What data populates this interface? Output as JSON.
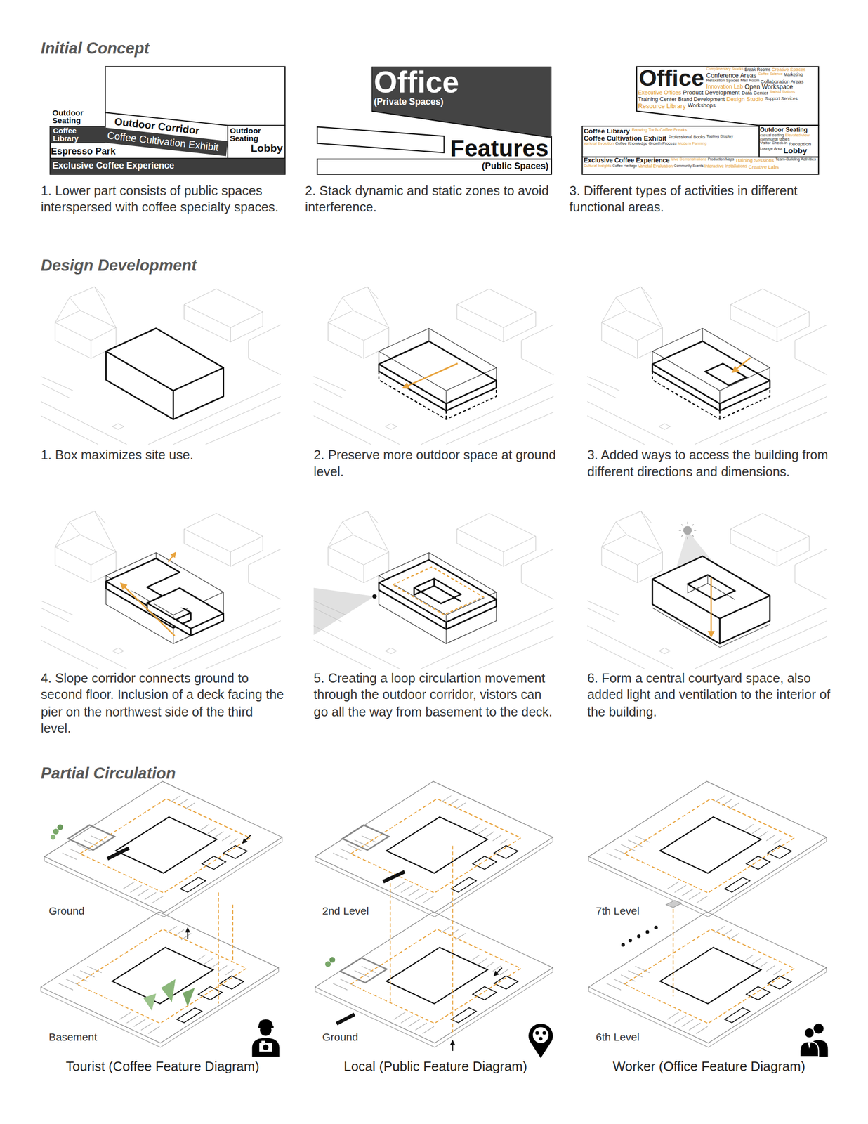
{
  "diagram": {
    "nodes": [
      {
        "text": [
          "Outdoor Corridor"
        ]
      },
      {
        "text": [
          "Coffee Library"
        ]
      },
      {
        "text": [
          "Coffee Cultivation Exhibit"
        ]
      },
      {
        "text": [
          "Outdoor Seating",
          "Lobby"
        ]
      },
      {
        "text": [
          "Exclusive Coffee Experience"
        ]
      },
      {
        "text": [
          "Office",
          "(Private Spaces)"
        ]
      },
      {
        "text": [
          "(Public Spaces)"
        ]
      },
      {
        "text": [
          "Office",
          "Complimentary Snacks",
          "Break Rooms",
          "Creative Spaces",
          "Conference Areas",
          "Coffee Science",
          "Marketing",
          "Relaxation Spaces",
          "Mail Room",
          "Collaboration Areas",
          "Innovation Lab",
          "Open Workspace",
          "Executive Offices",
          "Product Development",
          "Data Center",
          "Barista Stations",
          "Training Center",
          "Brand Development",
          "Design Studio",
          "Support Services",
          "Resource Library",
          "Workshops"
        ]
      },
      {
        "text": [
          "Coffee Library",
          "Brewing Tools",
          "Coffee Breaks",
          "Coffee Cultivation Exhibit",
          "Professional Books",
          "Tasting Display",
          "Varietal Evolution",
          "Coffee Knowledge",
          "Growth Process",
          "Modern Farming"
        ]
      },
      {
        "text": [
          "Outdoor Seating",
          "casual setting",
          "Elevated view",
          "communal tables",
          "Visitor Check-in",
          "Reception",
          "Lounge Area",
          "Lobby"
        ]
      },
      {
        "text": [
          "Exclusive Coffee Experience",
          "Live Demonstrations",
          "Production Maps",
          "Training Sessions",
          "Team-Building Activities",
          "Cultural Insights",
          "Coffee Heritage",
          "Varietal Evaluation",
          "Community Events",
          "Interactive Installations",
          "Creative Labs"
        ]
      }
    ],
    "labels": [
      "Initial Concept",
      "Outdoor Seating",
      "Espresso Park",
      "Features",
      "1. Lower part consists of public spaces interspersed with coffee specialty spaces.",
      "2. Stack dynamic and static zones to avoid interference.",
      "3. Different types of activities in different functional areas.",
      "Design Development",
      "1. Box maximizes site use.",
      "2. Preserve more outdoor space at ground level.",
      "3. Added ways to access the building from different directions and dimensions.",
      "4. Slope corridor connects ground to second floor. Inclusion of a deck facing the pier on the northwest side of the third level.",
      "5. Creating a loop circulartion movement through the outdoor corridor, vistors can go all the way from basement to the deck.",
      "6. Form a central courtyard space, also added light and ventilation to the interior of the building.",
      "Partial Circulation",
      "Ground",
      "Basement",
      "2nd Level",
      "Ground",
      "7th Level",
      "6th Level",
      "Tourist (Coffee Feature Diagram)",
      "Local (Public Feature Diagram)",
      "Worker (Office Feature Diagram)"
    ]
  }
}
